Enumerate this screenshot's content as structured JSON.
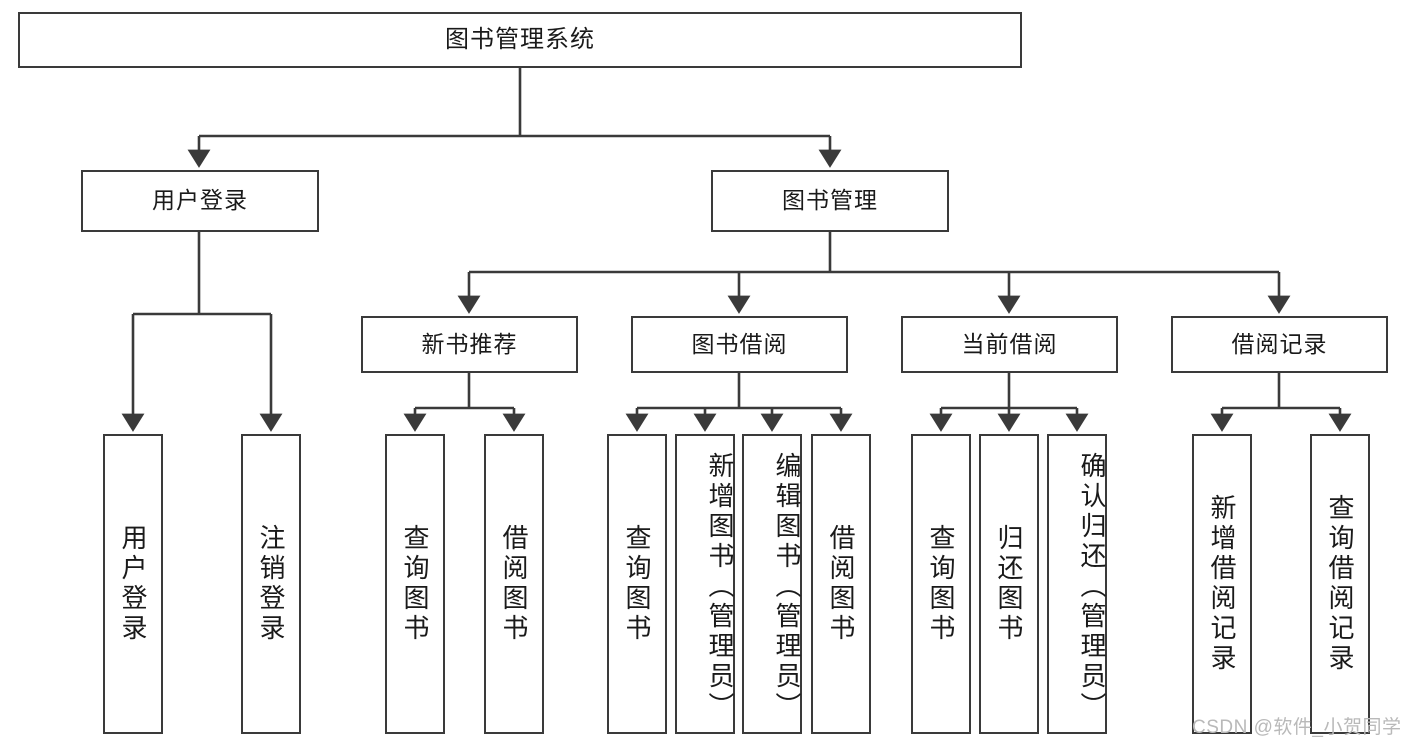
{
  "diagram": {
    "title": "图书管理系统",
    "root": {
      "label": "图书管理系统"
    },
    "level1": [
      {
        "label": "用户登录"
      },
      {
        "label": "图书管理"
      }
    ],
    "level2": [
      {
        "label": "新书推荐"
      },
      {
        "label": "图书借阅"
      },
      {
        "label": "当前借阅"
      },
      {
        "label": "借阅记录"
      }
    ],
    "leaves": {
      "user_login": [
        {
          "label": "用户登录"
        },
        {
          "label": "注销登录"
        }
      ],
      "new_book_recommend": [
        {
          "label": "查询图书"
        },
        {
          "label": "借阅图书"
        }
      ],
      "book_borrow": [
        {
          "label": "查询图书"
        },
        {
          "label": "新增图书（管理员）"
        },
        {
          "label": "编辑图书（管理员）"
        },
        {
          "label": "借阅图书"
        }
      ],
      "current_borrow": [
        {
          "label": "查询图书"
        },
        {
          "label": "归还图书"
        },
        {
          "label": "确认归还（管理员）"
        }
      ],
      "borrow_record": [
        {
          "label": "新增借阅记录"
        },
        {
          "label": "查询借阅记录"
        }
      ]
    }
  },
  "watermark": {
    "text": "CSDN @软件_小贺同学"
  },
  "colors": {
    "box_border": "#3a3a3a",
    "box_fill": "#ffffff",
    "text": "#1a1a1a",
    "connector": "#3a3a3a",
    "watermark": "#b9b9b9"
  }
}
